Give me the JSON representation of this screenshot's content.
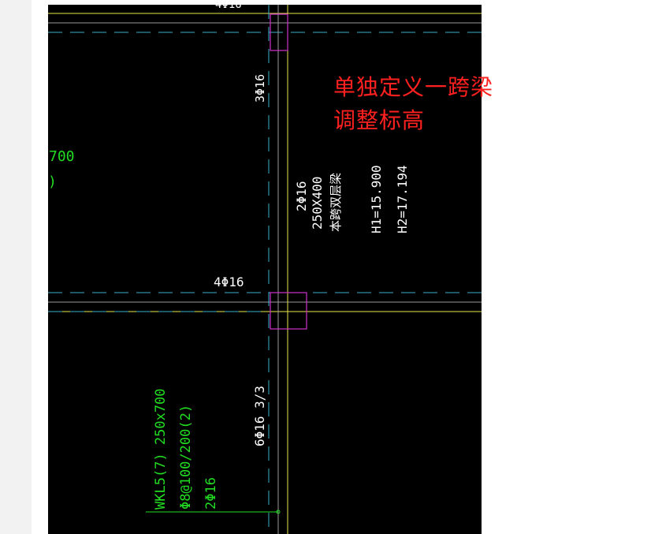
{
  "annotation": {
    "line1": "单独定义一跨梁",
    "line2": "调整标高",
    "color": "#ff2020"
  },
  "cad": {
    "background": "#000000",
    "colors": {
      "text_white": "#ffffff",
      "text_green": "#22dd22",
      "column_magenta": "#cc33cc",
      "beam_yellow": "#e8e84a",
      "axis_cyan": "#3ab0c8",
      "gray_line": "#9a9a9a"
    },
    "top_clipped_label": "4Φ16",
    "vertical_rebar_top": "3Φ16",
    "vertical_rebar_bottom": "6Φ16 3/3",
    "node_rebar": "4Φ16",
    "beam_info": {
      "rebar": "2Φ16",
      "size": "250X400",
      "type": "本跨双层梁",
      "h1": "H1=15.900",
      "h2": "H2=17.194"
    },
    "left_clipped": {
      "line1": "700",
      "line2": ")"
    },
    "wkl_label": {
      "line1": "WKL5(7) 250x700",
      "line2": "Φ8@100/200(2)",
      "line3": "2Φ16"
    }
  }
}
